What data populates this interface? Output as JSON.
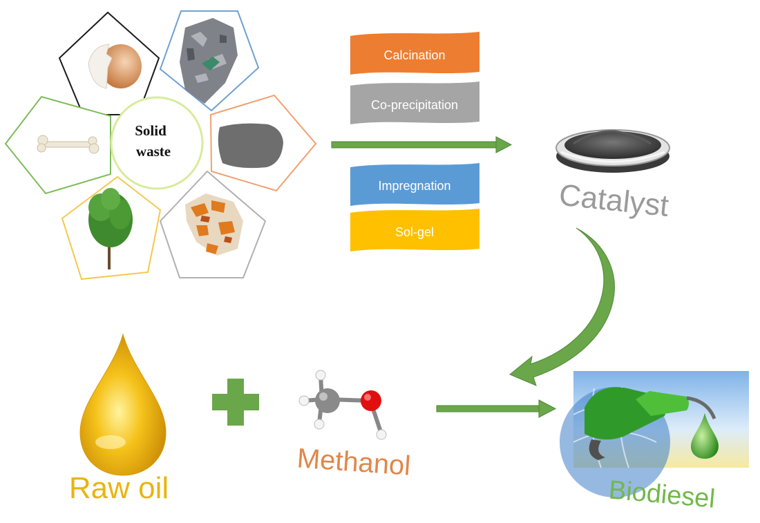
{
  "solid_waste": {
    "center_label_line1": "Solid",
    "center_label_line2": "waste",
    "sources": [
      {
        "name": "eggshell",
        "border_color": "#1a1a1a"
      },
      {
        "name": "urban-waste",
        "border_color": "#6fa0d0"
      },
      {
        "name": "ash-powder",
        "border_color": "#f0a070"
      },
      {
        "name": "peel-waste",
        "border_color": "#b0b0b0"
      },
      {
        "name": "tree",
        "border_color": "#f2c94c"
      },
      {
        "name": "bone",
        "border_color": "#7dbb5a"
      }
    ]
  },
  "methods": [
    {
      "label": "Calcination",
      "color": "#ed7d31"
    },
    {
      "label": "Co-precipitation",
      "color": "#a5a5a5"
    },
    {
      "label": "Impregnation",
      "color": "#5b9bd5"
    },
    {
      "label": "Sol-gel",
      "color": "#ffc000"
    }
  ],
  "catalyst": {
    "label": "Catalyst",
    "color": "#9a9a9a"
  },
  "reactants": {
    "raw_oil": {
      "label": "Raw oil",
      "color": "#e8b510"
    },
    "methanol": {
      "label": "Methanol",
      "color": "#e0874a"
    }
  },
  "product": {
    "label": "Biodiesel",
    "color": "#72b84a"
  },
  "colors": {
    "arrow": "#6aa64a",
    "plus": "#6aa64a"
  }
}
